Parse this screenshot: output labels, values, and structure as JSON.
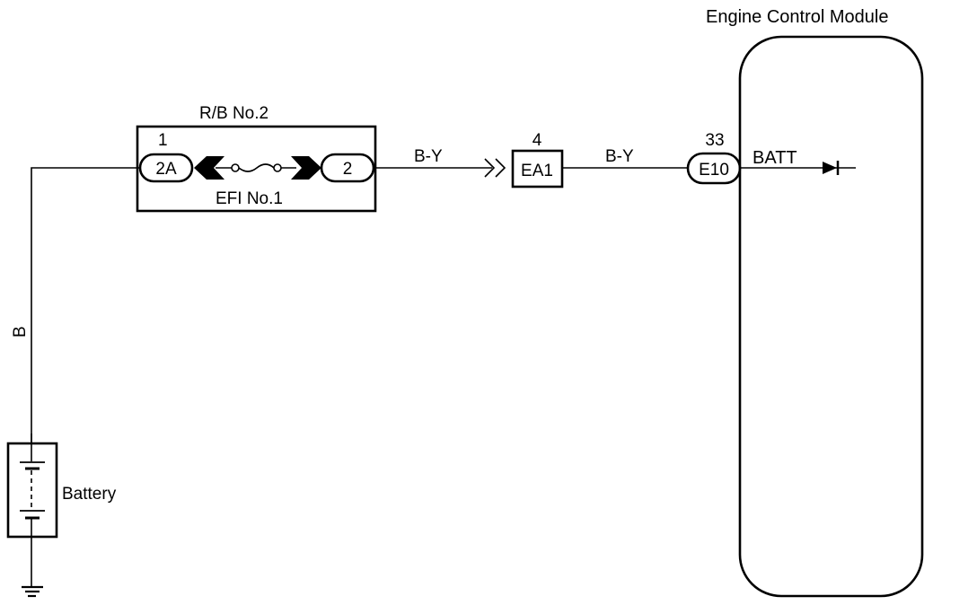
{
  "diagram": {
    "title": "Engine Control Module",
    "relay_block": {
      "label": "R/B No.2",
      "fuse_label": "EFI No.1",
      "input_connector": {
        "pin": "1",
        "code": "2A"
      },
      "output_connector": {
        "code": "2"
      }
    },
    "wires": {
      "battery_to_rb": "B",
      "rb_to_ea1": "B-Y",
      "ea1_to_e10": "B-Y"
    },
    "connector_ea1": {
      "pin": "4",
      "code": "EA1"
    },
    "connector_e10": {
      "pin": "33",
      "code": "E10"
    },
    "ecm": {
      "label": "Engine Control Module",
      "terminal": "BATT"
    },
    "battery": {
      "label": "Battery"
    },
    "colors": {
      "line": "#000000",
      "background": "#ffffff"
    }
  }
}
